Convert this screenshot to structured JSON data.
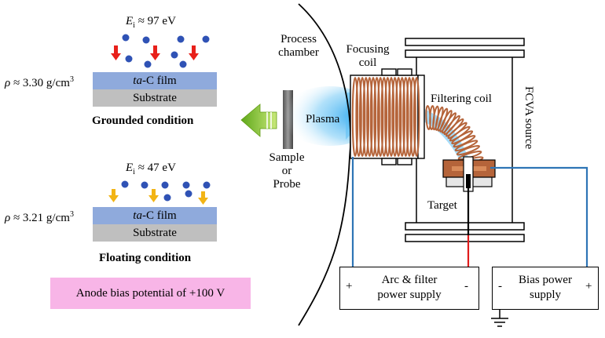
{
  "grounded": {
    "energy_symbol": "E",
    "energy_subscript": "i",
    "energy_value": " ≈ 97 eV",
    "density_prefix": "ρ",
    "density_value": " ≈ 3.30 g/cm",
    "density_sup": "3",
    "film_italic": "ta",
    "film_rest": "-C film",
    "substrate": "Substrate",
    "condition": "Grounded condition",
    "ion_color": "#2f52b5",
    "arrow_color": "#e8201a"
  },
  "floating": {
    "energy_symbol": "E",
    "energy_subscript": "i",
    "energy_value": " ≈ 47 eV",
    "density_prefix": "ρ",
    "density_value": " ≈ 3.21 g/cm",
    "density_sup": "3",
    "film_italic": "ta",
    "film_rest": "-C film",
    "substrate": "Substrate",
    "condition": "Floating condition",
    "ion_color": "#2f52b5",
    "arrow_color": "#f2b415"
  },
  "anode_bias": "Anode bias potential of +100 V",
  "apparatus": {
    "process_chamber": [
      "Process",
      "chamber"
    ],
    "focusing_coil": [
      "Focusing",
      "coil"
    ],
    "filtering_coil": "Filtering coil",
    "plasma": "Plasma",
    "sample_or_probe": [
      "Sample",
      "or",
      "Probe"
    ],
    "target": "Target",
    "fcva_source": "FCVA source",
    "arc_supply": {
      "line1": "Arc & filter",
      "line2": "power supply",
      "plus": "+",
      "minus": "-"
    },
    "bias_supply": {
      "line1": "Bias power",
      "line2": "supply",
      "minus": "-",
      "plus": "+"
    },
    "colors": {
      "coil": "#b5643a",
      "plasma": "#4fb4f0",
      "wire_blue": "#2e75b6",
      "wire_red": "#e01b1b",
      "green_arrow": "#7cc21c"
    }
  }
}
